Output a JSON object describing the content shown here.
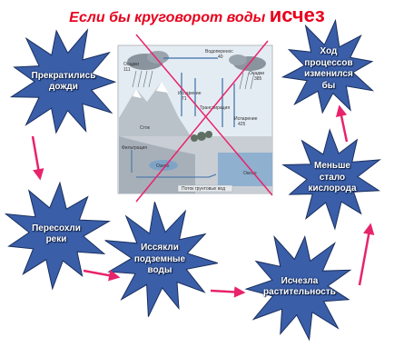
{
  "title": {
    "prefix": "Если бы круговорот воды ",
    "emphasis": "исчез"
  },
  "colors": {
    "title": "#e8001c",
    "star_fill": "#3a5ea8",
    "star_stroke": "#1a2f5e",
    "arrow": "#e8236b",
    "cross": "#e8236b"
  },
  "steps": [
    "Прекратились\nдожди",
    "Пересохли\nреки",
    "Иссякли\nподземные\nводы",
    "Исчезла\nрастительность",
    "Меньше\nстало\nкислорода",
    "Ход процессов\nизменился бы"
  ],
  "water_cycle_image": {
    "labels": [
      "Осадки",
      "111",
      "Водоперенос",
      "40",
      "Осадки",
      "385",
      "Испарение",
      "71",
      "Транспирация",
      "Испарение",
      "425",
      "Сток",
      "Фильтрация",
      "Озеро",
      "Океан",
      "Поток грунтовых вод"
    ]
  }
}
